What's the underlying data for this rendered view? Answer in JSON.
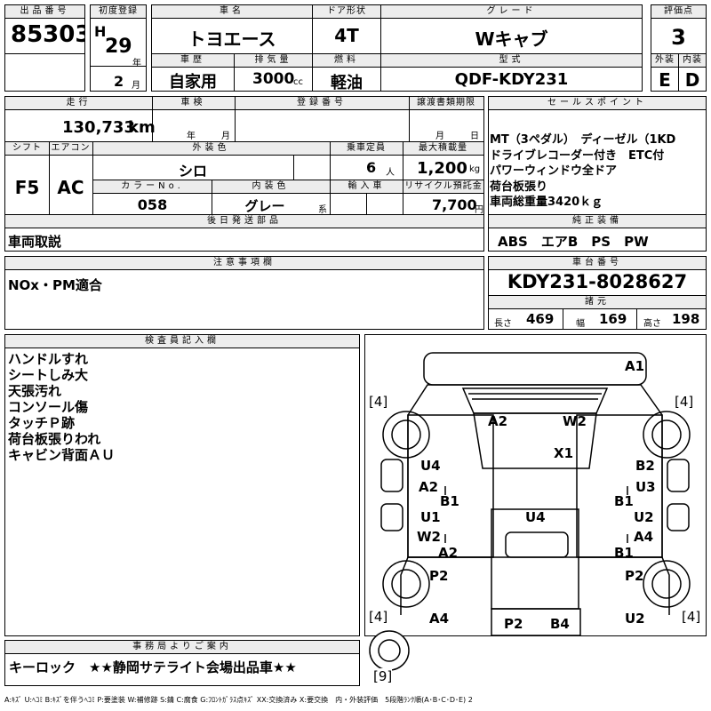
{
  "headers": {
    "lot_no": "出品番号",
    "first_reg": "初度登録",
    "car_name": "車名",
    "door": "ドア形状",
    "grade": "グレード",
    "score": "評価点",
    "history": "車歴",
    "displacement": "排気量",
    "fuel": "燃料",
    "model_code": "型式",
    "exterior": "外装",
    "interior": "内装",
    "mileage": "走行",
    "inspection": "車検",
    "reg_no": "登録番号",
    "transfer_doc": "譲渡書類期限",
    "sales_point": "セールスポイント",
    "shift": "シフト",
    "aircon": "エアコン",
    "ext_color": "外装色",
    "capacity": "乗車定員",
    "max_load": "最大積載量",
    "color_no": "カラーNo.",
    "int_color": "内装色",
    "import": "輸入車",
    "recycle": "リサイクル預託金",
    "later_parts": "後日発送部品",
    "genuine_equip": "純正装備",
    "notes": "注意事項欄",
    "chassis_no": "車台番号",
    "specs": "諸元",
    "inspector": "検査員記入欄",
    "office": "事務局よりご案内"
  },
  "lot_no": "85303",
  "era": "H",
  "year": "29",
  "year_unit": "年",
  "month": "2",
  "month_unit": "月",
  "car_name": "トヨエース",
  "door": "4T",
  "grade": "Wキャブ",
  "score": "3",
  "history": "自家用",
  "displacement": "3000",
  "displacement_unit": "cc",
  "fuel": "軽油",
  "model_code": "QDF-KDY231",
  "exterior_grade": "E",
  "interior_grade": "D",
  "mileage": "130,733",
  "mileage_unit": "km",
  "inspection_year_unit": "年",
  "inspection_month_unit": "月",
  "transfer_month_unit": "月",
  "transfer_day_unit": "日",
  "sales_points": [
    "MT（3ペダル）　ディーゼル（1KD",
    "ドライブレコーダー付き　ETC付",
    "パワーウィンドウ全ドア",
    "荷台板張り",
    "車両総重量3420ｋｇ"
  ],
  "shift": "F5",
  "aircon": "AC",
  "ext_color": "シロ",
  "capacity": "6",
  "capacity_unit": "人",
  "max_load": "1,200",
  "max_load_unit": "kg",
  "color_no": "058",
  "int_color": "グレー",
  "int_color_suffix": "系",
  "recycle": "7,700",
  "recycle_unit": "円",
  "later_parts": "車両取説",
  "genuine_equip": "ABS　エアB　PS　PW",
  "notes": "NOx・PM適合",
  "chassis_no": "KDY231-8028627",
  "spec_length_label": "長さ",
  "spec_length": "469",
  "spec_width_label": "幅",
  "spec_width": "169",
  "spec_height_label": "高さ",
  "spec_height": "198",
  "inspector_items": [
    "ハンドルすれ",
    "シートしみ大",
    "天張汚れ",
    "コンソール傷",
    "タッチＰ跡",
    "荷台板張りわれ",
    "キャビン背面ＡＵ"
  ],
  "tires": {
    "front_left": "4",
    "front_right": "4",
    "rear_left": "4",
    "rear_right": "4",
    "spare": "9"
  },
  "damage_marks": [
    "A1",
    "A2",
    "W2",
    "X1",
    "U4",
    "B2",
    "A2",
    "U3",
    "B1",
    "B1",
    "U1",
    "U4",
    "U2",
    "W2",
    "A4",
    "A2",
    "B1",
    "P2",
    "P2",
    "A4",
    "P2",
    "B4",
    "U2"
  ],
  "office_note": "キーロック　★★静岡サテライト会場出品車★★",
  "legend": "A:ｷｽﾞ U:ﾍｺﾐ B:ｷｽﾞを伴うﾍｺﾐ P:要塗装 W:補修跡 S:錆 C:腐食 G:ﾌﾛﾝﾄｶﾞﾗｽ点ｷｽﾞ XX:交換済み X:要交換　内・外装評価　5段階ﾗﾝｸ順(A･B･C･D･E) 2"
}
